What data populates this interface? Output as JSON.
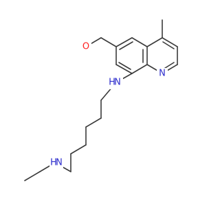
{
  "molecule": {
    "colors": {
      "bond": "#3a3a3a",
      "oxygen": "#ff2020",
      "nitrogen": "#2d2dcc"
    },
    "labels": {
      "methoxy_oxygen": "O",
      "ring_nitrogen": "N",
      "amine_nitrogen": "N",
      "amine_hydrogen": "H",
      "ethylamine_nitrogen": "N",
      "ethylamine_hydrogen": "H"
    }
  }
}
